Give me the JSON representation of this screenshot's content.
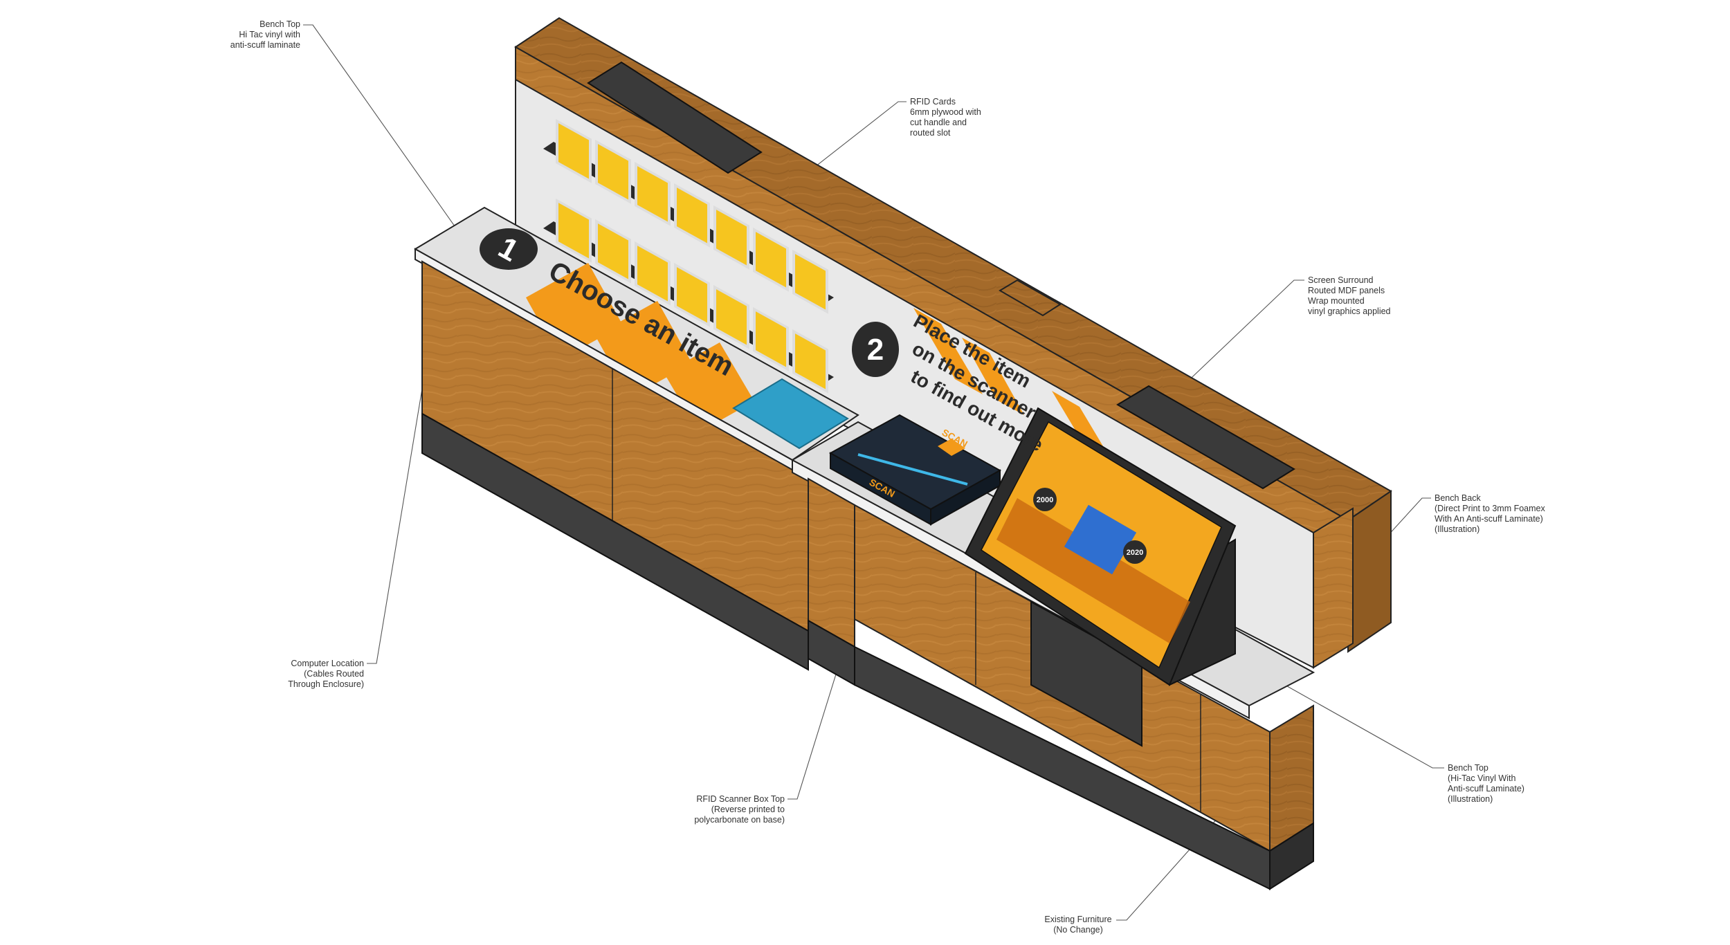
{
  "colors": {
    "wood": "#b97a32",
    "wood_dark": "#9a6428",
    "wood_light": "#c98c42",
    "plinth": "#3f3f3f",
    "plinth_dark": "#2e2e2e",
    "bench_top": "#dedede",
    "graphic_bg": "#e9e9e9",
    "orange": "#f39a1a",
    "yellow": "#f6c51f",
    "teal": "#2f9fc8",
    "dark": "#2b2b2b",
    "black": "#1c1c1c"
  },
  "callouts": [
    {
      "id": "bench_top_1",
      "lines": [
        "Bench Top",
        "Hi Tac vinyl with",
        "anti-scuff laminate"
      ]
    },
    {
      "id": "rfid_cards",
      "lines": [
        "RFID Cards",
        "6mm plywood with",
        "cut handle and",
        "routed slot"
      ]
    },
    {
      "id": "screen_surround",
      "lines": [
        "Screen Surround",
        "Routed MDF panels",
        "Wrap mounted",
        "vinyl graphics applied"
      ]
    },
    {
      "id": "bench_back",
      "lines": [
        "Bench Back",
        "(Direct Print to 3mm Foamex",
        "With An Anti-scuff Laminate)",
        "(Illustration)"
      ]
    },
    {
      "id": "bench_top_2",
      "lines": [
        "Bench Top",
        "(Hi-Tac Vinyl With",
        "Anti-scuff Laminate)",
        "(Illustration)"
      ]
    },
    {
      "id": "existing_furniture",
      "lines": [
        "Existing Furniture",
        "(No Change)"
      ]
    },
    {
      "id": "rfid_scanner",
      "lines": [
        "RFID Scanner Box Top",
        "(Reverse printed to",
        "polycarbonate on base)"
      ]
    },
    {
      "id": "computer_location",
      "lines": [
        "Computer Location",
        "(Cables Routed",
        "Through Enclosure)"
      ]
    }
  ],
  "graphics": {
    "step1_number": "1",
    "step1_text": "Choose an item",
    "step2_number": "2",
    "step2_lines": [
      "Place the item",
      "on the scanner",
      "to find out more"
    ],
    "scan_label": "SCAN",
    "screen_year_left": "2000",
    "screen_year_right": "2020"
  }
}
